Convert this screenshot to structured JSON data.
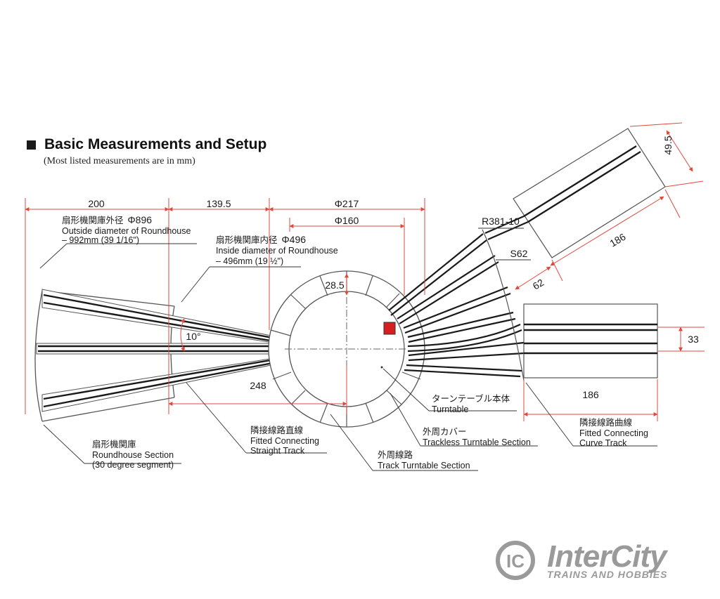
{
  "header": {
    "title": "Basic Measurements and Setup",
    "subtitle": "(Most listed measurements are in mm)"
  },
  "dimensions": {
    "d200": "200",
    "d139_5": "139.5",
    "phi217": "Φ217",
    "phi160": "Φ160",
    "d28_5": "28.5",
    "d10deg": "10°",
    "d248": "248",
    "d33": "33",
    "d186_right": "186",
    "d186_upper": "186",
    "d62": "62",
    "s62": "S62",
    "r381": "R381-10",
    "d49_5": "49.5"
  },
  "labels": {
    "outside_jp": "扇形機関庫外径",
    "outside_phi": "Φ896",
    "outside_en1": "Outside diameter of Roundhouse",
    "outside_en2": "– 992mm (39 1/16\")",
    "inside_jp": "扇形機関庫内径",
    "inside_phi": "Φ496",
    "inside_en1": "Inside diameter of Roundhouse",
    "inside_en2": "– 496mm (19 ½\")",
    "turntable_jp": "ターンテーブル本体",
    "turntable_en": "Turntable",
    "trackless_jp": "外周カバー",
    "trackless_en": "Trackless Turntable Section",
    "track_tt_jp": "外周線路",
    "track_tt_en": "Track Turntable Section",
    "straight_jp": "隣接線路直線",
    "straight_en1": "Fitted Connecting",
    "straight_en2": "Straight Track",
    "curve_jp": "隣接線路曲線",
    "curve_en1": "Fitted Connecting",
    "curve_en2": "Curve Track",
    "roundhouse_jp": "扇形機関庫",
    "roundhouse_en1": "Roundhouse Section",
    "roundhouse_en2": "(30 degree segment)"
  },
  "logo": {
    "brand": "InterCity",
    "tagline": "TRAINS AND HOBBIES",
    "badge": "IC"
  },
  "colors": {
    "dimension_line": "#e0483c",
    "track": "#1a1a1a",
    "outline": "#555555",
    "turntable_marker": "#d42020",
    "logo": "#9a9a9a"
  }
}
